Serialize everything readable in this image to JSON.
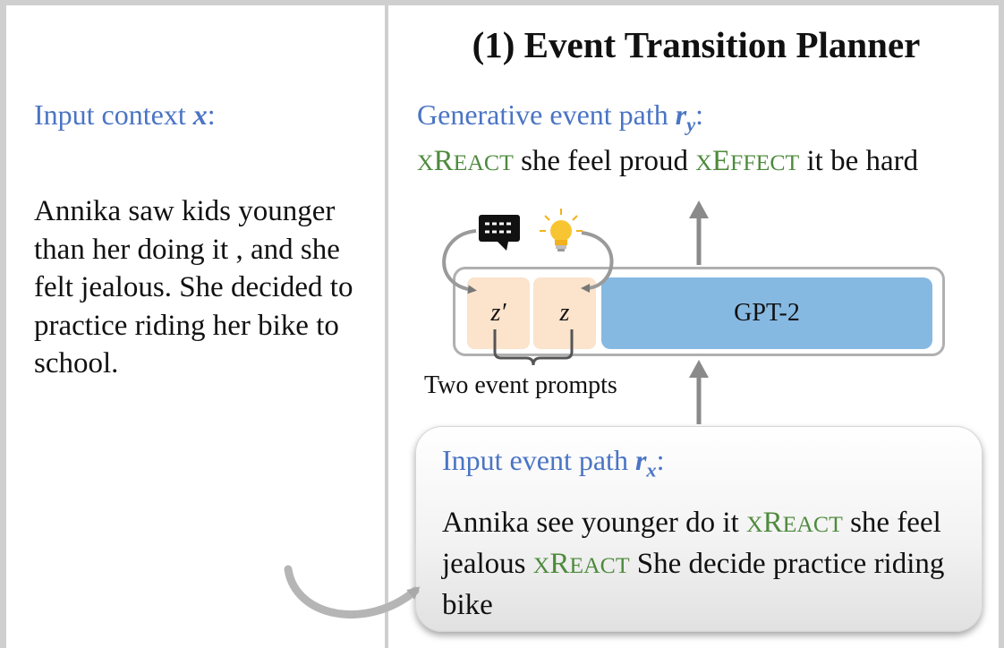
{
  "title": "(1) Event Transition Planner",
  "left_panel": {
    "label_text": "Input context ",
    "label_symbol": "x",
    "label_colon": ":",
    "context_text": "Annika saw kids younger than her doing it , and she felt jealous. She decided to practice riding her bike to school."
  },
  "generative_path": {
    "label_text": "Generative event path ",
    "label_symbol": "r",
    "label_subscript": "y",
    "label_colon": ":",
    "rel1_cap": "X",
    "rel1_big": "R",
    "rel1_small": "EACT",
    "seg1": " she feel proud ",
    "rel2_cap": "X",
    "rel2_big": "E",
    "rel2_small": "FFECT",
    "seg2": " it be hard"
  },
  "model": {
    "prompt_1": "z′",
    "prompt_2": "z",
    "name": "GPT-2",
    "prompts_caption": "Two event prompts"
  },
  "input_path": {
    "label_text": "Input event path ",
    "label_symbol": "r",
    "label_subscript": "x",
    "label_colon": ":",
    "seg1": "Annika see younger do it ",
    "rel1_cap": "X",
    "rel1_big": "R",
    "rel1_small": "EACT",
    "seg2": " she feel jealous ",
    "rel2_cap": "X",
    "rel2_big": "R",
    "rel2_small": "EACT",
    "seg3": " She decide practice riding bike"
  },
  "colors": {
    "label_blue": "#4a74c4",
    "relation_green": "#4e8a3c",
    "prompt_fill": "#fbe3cc",
    "gpt_fill": "#86b9e2",
    "frame_gray": "#cfcfcf"
  },
  "icons": [
    "speech-bubble-icon",
    "lightbulb-icon"
  ]
}
